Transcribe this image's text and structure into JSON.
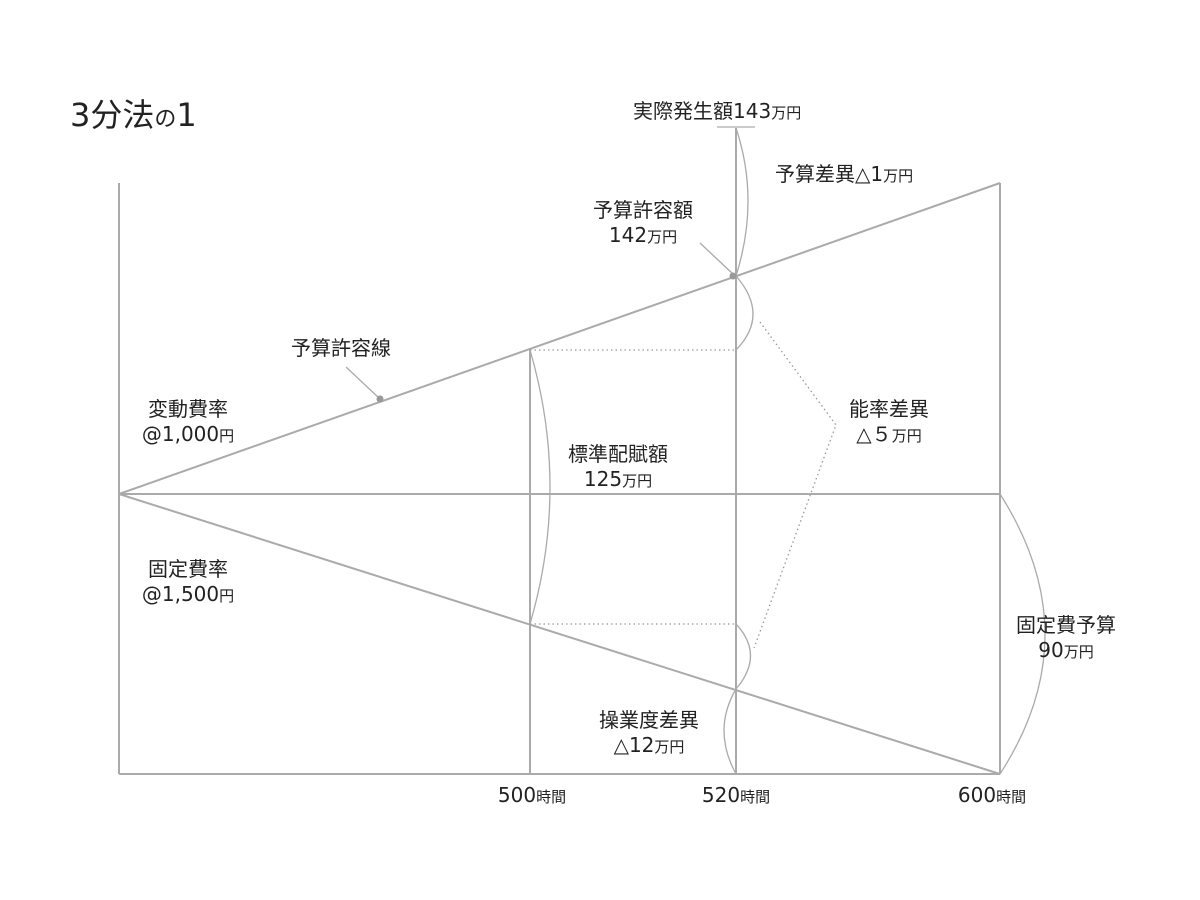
{
  "title": {
    "main": "3分法",
    "particle": "の",
    "number": "1"
  },
  "actual": {
    "label": "実際発生額",
    "value": "143",
    "unit": "万円"
  },
  "budget_variance": {
    "label": "予算差異△1",
    "unit": "万円"
  },
  "allowed_budget": {
    "label": "予算許容額",
    "value": "142",
    "unit": "万円"
  },
  "budget_line_label": "予算許容線",
  "variable_rate": {
    "label": "変動費率",
    "value": "@1,000",
    "unit": "円"
  },
  "fixed_rate": {
    "label": "固定費率",
    "value": "@1,500",
    "unit": "円"
  },
  "standard": {
    "label": "標準配賦額",
    "value": "125",
    "unit": "万円"
  },
  "efficiency": {
    "label": "能率差異",
    "value": "△５",
    "unit": "万円"
  },
  "fixed_budget": {
    "label": "固定費予算",
    "value": "90",
    "unit": "万円"
  },
  "volume": {
    "label": "操業度差異",
    "value": "△12",
    "unit": "万円"
  },
  "axis": [
    {
      "value": "500",
      "unit": "時間"
    },
    {
      "value": "520",
      "unit": "時間"
    },
    {
      "value": "600",
      "unit": "時間"
    }
  ]
}
